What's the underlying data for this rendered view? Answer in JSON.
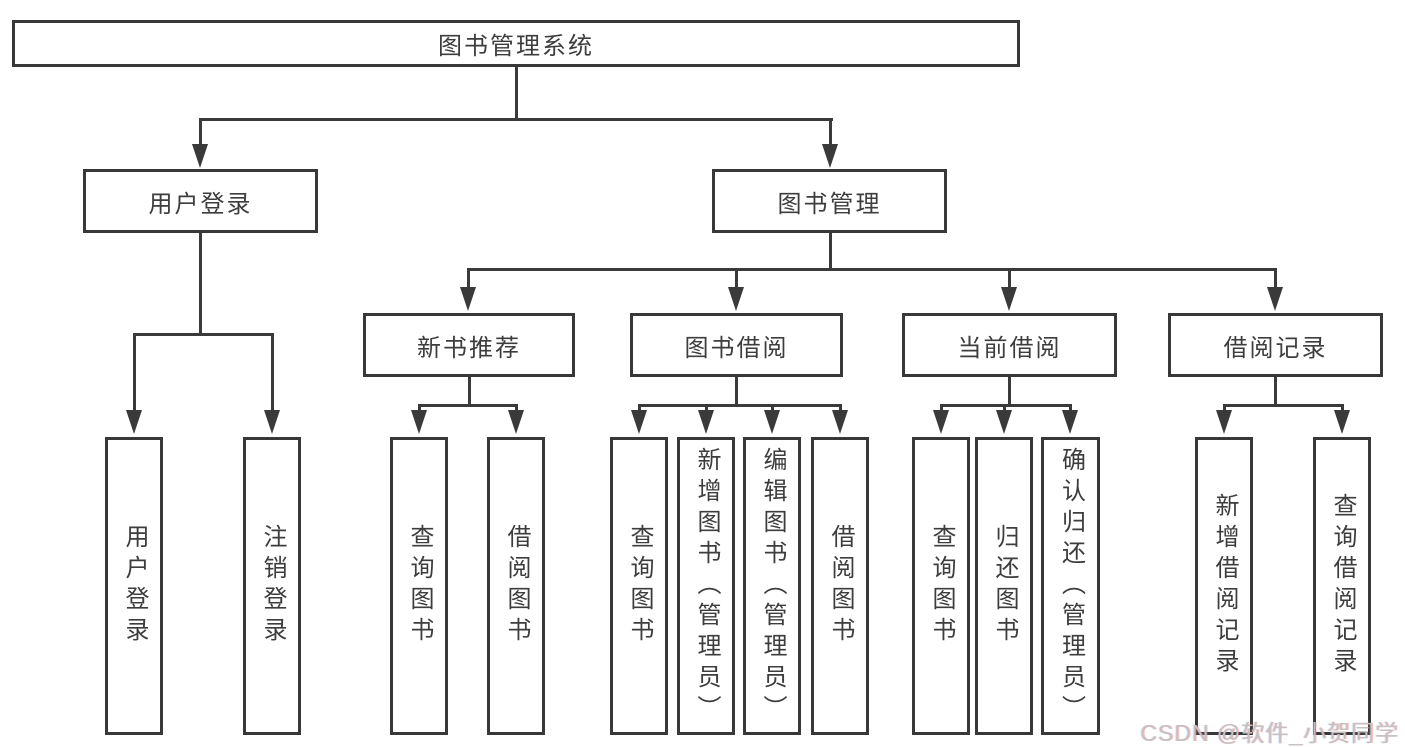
{
  "root": {
    "label": "图书管理系统"
  },
  "level1": [
    {
      "label": "用户登录"
    },
    {
      "label": "图书管理"
    }
  ],
  "level2": [
    {
      "label": "新书推荐"
    },
    {
      "label": "图书借阅"
    },
    {
      "label": "当前借阅"
    },
    {
      "label": "借阅记录"
    }
  ],
  "leaves": {
    "user_login": [
      "用户登录",
      "注销登录"
    ],
    "new_book": [
      "查询图书",
      "借阅图书"
    ],
    "book_borrow": [
      "查询图书",
      "新增图书（管理员）",
      "编辑图书（管理员）",
      "借阅图书"
    ],
    "current_borrow": [
      "查询图书",
      "归还图书",
      "确认归还（管理员）"
    ],
    "borrow_records": [
      "新增借阅记录",
      "查询借阅记录"
    ]
  },
  "watermark": "CSDN @软件_小贺同学",
  "colors": {
    "line": "#3a3a3a",
    "border": "#383838",
    "text": "#3d3d3d",
    "background": "#ffffff",
    "watermark": "#c7c0c2"
  }
}
